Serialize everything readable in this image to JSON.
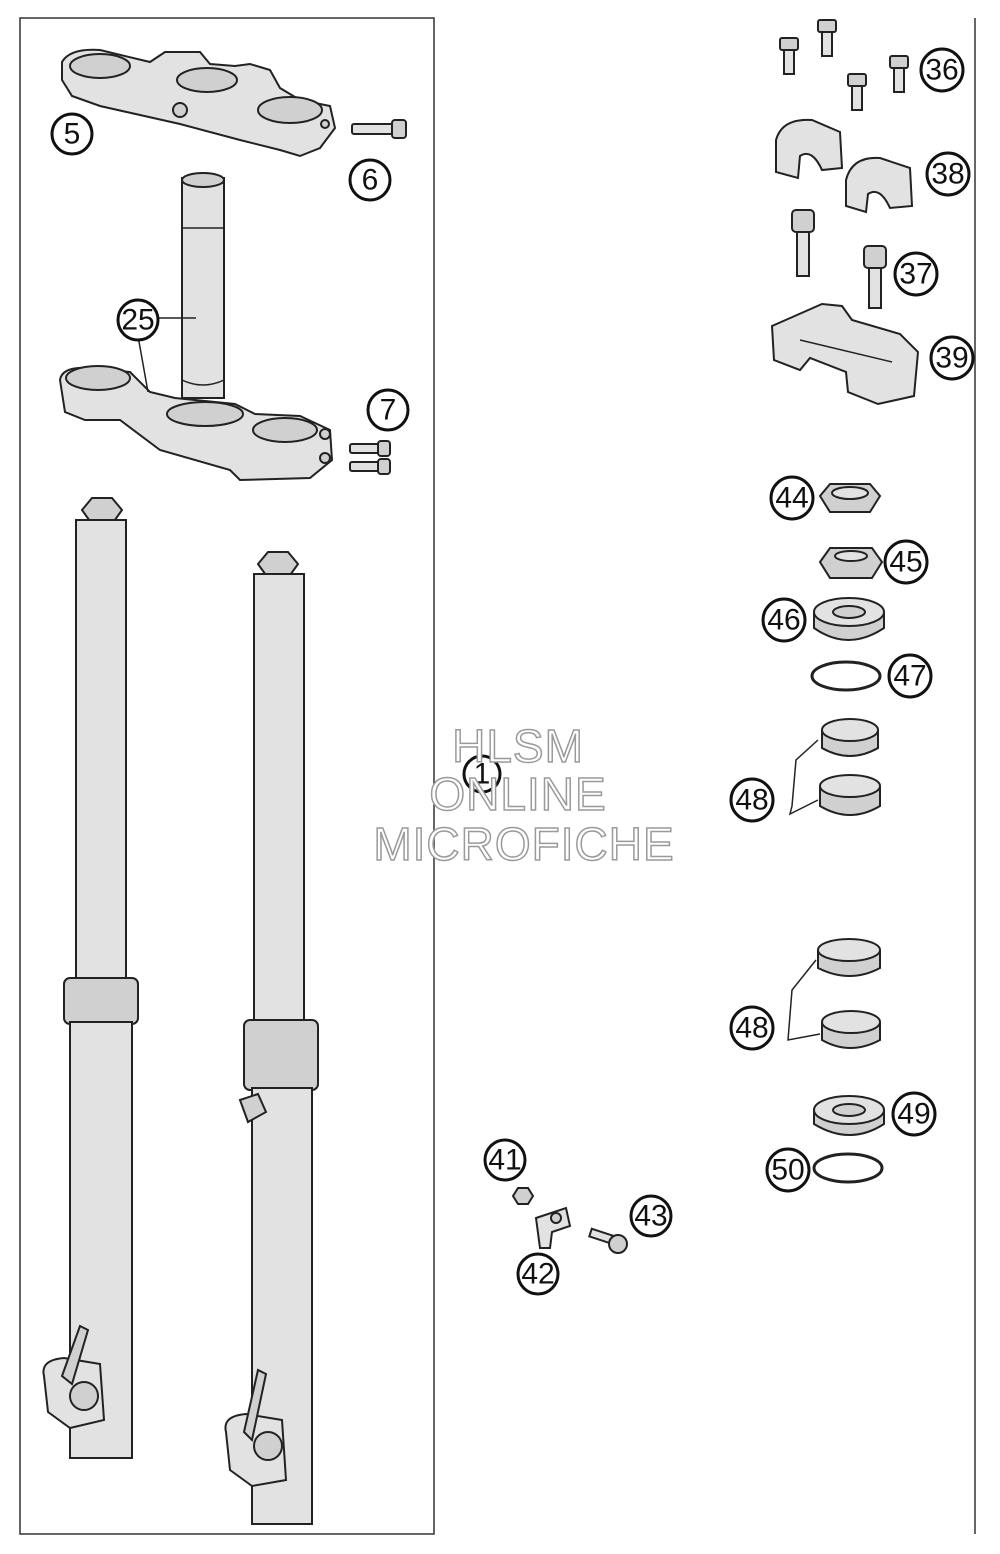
{
  "diagram": {
    "callouts": [
      {
        "id": "c1",
        "label": "1"
      },
      {
        "id": "c5",
        "label": "5"
      },
      {
        "id": "c6",
        "label": "6"
      },
      {
        "id": "c7",
        "label": "7"
      },
      {
        "id": "c25",
        "label": "25"
      },
      {
        "id": "c36",
        "label": "36"
      },
      {
        "id": "c37",
        "label": "37"
      },
      {
        "id": "c38",
        "label": "38"
      },
      {
        "id": "c39",
        "label": "39"
      },
      {
        "id": "c41",
        "label": "41"
      },
      {
        "id": "c42",
        "label": "42"
      },
      {
        "id": "c43",
        "label": "43"
      },
      {
        "id": "c44",
        "label": "44"
      },
      {
        "id": "c45",
        "label": "45"
      },
      {
        "id": "c46",
        "label": "46"
      },
      {
        "id": "c47",
        "label": "47"
      },
      {
        "id": "c48a",
        "label": "48"
      },
      {
        "id": "c48b",
        "label": "48"
      },
      {
        "id": "c49",
        "label": "49"
      },
      {
        "id": "c50",
        "label": "50"
      }
    ]
  },
  "watermark": {
    "line1": "HLSM",
    "line2": "ONLINE",
    "line3": "MICROFICHE"
  }
}
